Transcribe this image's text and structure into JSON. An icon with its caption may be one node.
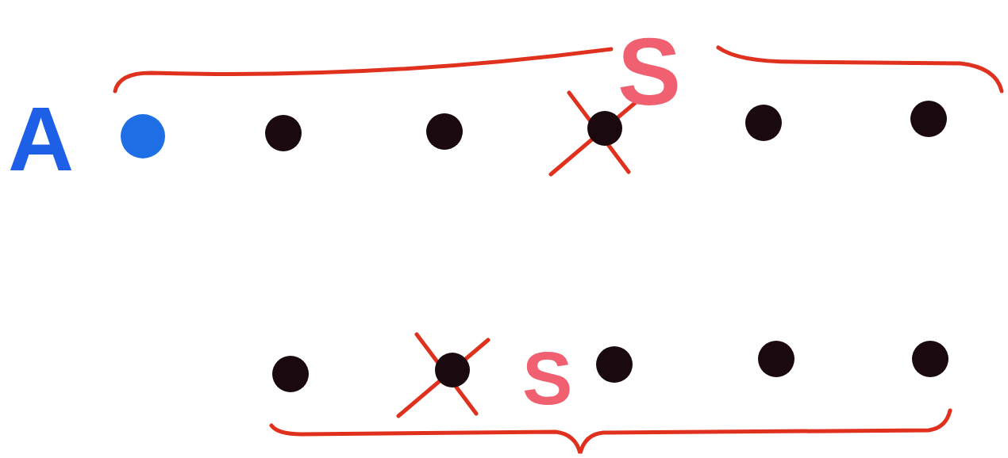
{
  "diagram": {
    "labels": [
      "A",
      "S",
      "S"
    ]
  }
}
